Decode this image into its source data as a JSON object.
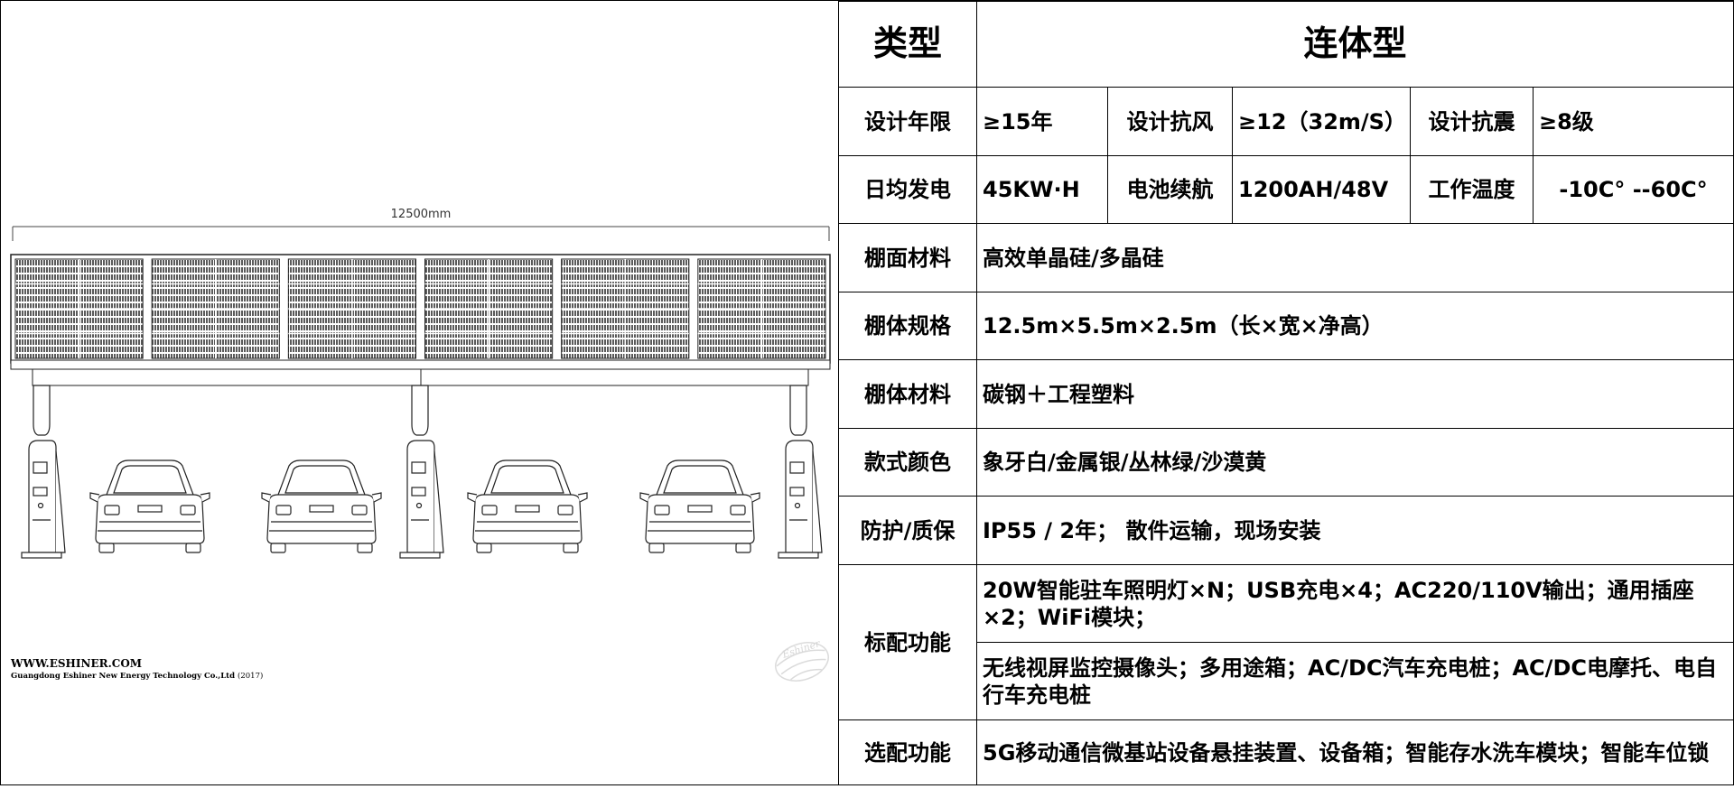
{
  "drawing": {
    "dimension_label": "12500mm",
    "website": "WWW.ESHINER.COM",
    "company": "Guangdong Eshiner New Energy Technology Co.,Ltd",
    "year": "(2017)",
    "watermark_text": "Eshiner",
    "panel_count": 6,
    "charger_count": 3,
    "car_count": 4
  },
  "spec": {
    "type_label": "类型",
    "type_value": "连体型",
    "design_life_label": "设计年限",
    "design_life_value": "≥15年",
    "wind_label": "设计抗风",
    "wind_value": "≥12（32m/S）",
    "seismic_label": "设计抗震",
    "seismic_value": "≥8级",
    "daily_gen_label": "日均发电",
    "daily_gen_value": "45KW·H",
    "battery_label": "电池续航",
    "battery_value": "1200AH/48V",
    "temp_label": "工作温度",
    "temp_value": "-10C° --60C°",
    "canopy_material_label": "棚面材料",
    "canopy_material_value": "高效单晶硅/多晶硅",
    "size_label": "棚体规格",
    "size_value": "12.5m×5.5m×2.5m（长×宽×净高）",
    "body_material_label": "棚体材料",
    "body_material_value": "碳钢＋工程塑料",
    "color_label": "款式颜色",
    "color_value": "象牙白/金属银/丛林绿/沙漠黄",
    "protection_label": "防护/质保",
    "protection_value": "IP55 / 2年； 散件运输，现场安装",
    "standard_label": "标配功能",
    "standard_value_1": "20W智能驻车照明灯×N；USB充电×4；AC220/110V输出；通用插座×2；WiFi模块；",
    "standard_value_2": "无线视屏监控摄像头；多用途箱；AC/DC汽车充电桩；AC/DC电摩托、电自行车充电桩",
    "optional_label": "选配功能",
    "optional_value": "5G移动通信微基站设备悬挂装置、设备箱；智能存水洗车模块；智能车位锁"
  }
}
